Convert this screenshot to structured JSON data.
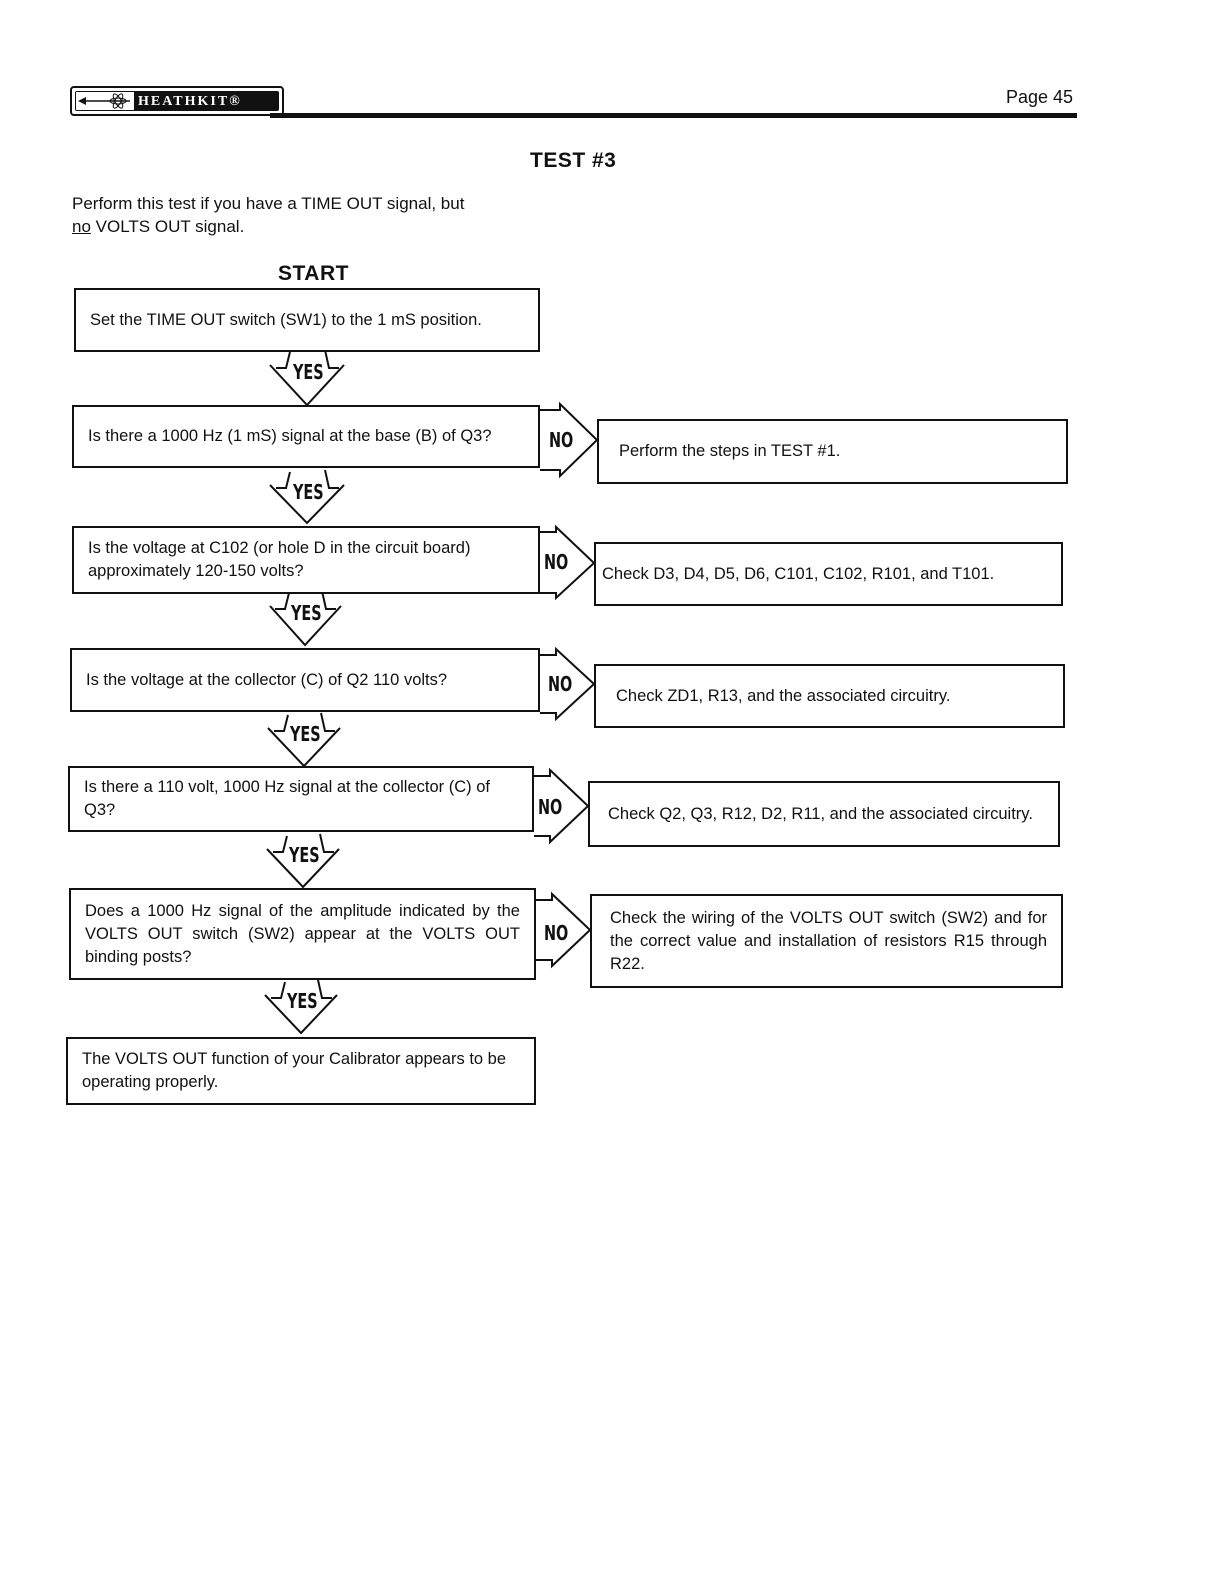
{
  "header": {
    "logo_text": "HEATHKIT®",
    "page_label": "Page 45"
  },
  "title": "TEST #3",
  "intro": {
    "line1": "Perform this test if you have a TIME OUT signal, but",
    "line2_underlined": "no",
    "line2_rest": " VOLTS OUT signal."
  },
  "start_label": "START",
  "steps": [
    {
      "question": "Set the TIME OUT switch (SW1) to the 1 mS position."
    },
    {
      "question": "Is there a 1000 Hz (1 mS) signal at the base (B) of Q3?",
      "no_action": "Perform the steps in TEST #1."
    },
    {
      "question": "Is the voltage at C102 (or hole D in the circuit board) approximately 120-150 volts?",
      "no_action": "Check D3, D4, D5, D6, C101, C102, R101, and T101."
    },
    {
      "question": "Is the voltage at the collector (C) of Q2 110 volts?",
      "no_action": "Check ZD1, R13, and the associated circuitry."
    },
    {
      "question": "Is there a 110 volt, 1000 Hz signal at the collector (C) of Q3?",
      "no_action": "Check Q2, Q3, R12, D2, R11, and the associated circuitry."
    },
    {
      "question": "Does a 1000 Hz signal of the amplitude indicated by the VOLTS OUT switch (SW2) appear at the VOLTS OUT binding posts?",
      "no_action": "Check the wiring of the VOLTS OUT switch (SW2) and for the correct value and installation of resistors R15 through R22."
    },
    {
      "question": "The VOLTS OUT function of your Calibrator appears to be operating properly."
    }
  ],
  "yes_label": "YES",
  "no_label": "NO"
}
